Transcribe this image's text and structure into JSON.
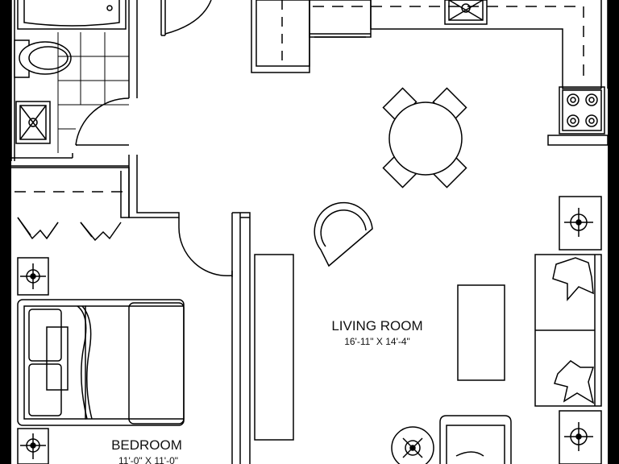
{
  "plan": {
    "rooms": [
      {
        "id": "living-room",
        "name": "LIVING ROOM",
        "dimensions": "16'-11\" X 14'-4\""
      },
      {
        "id": "bedroom",
        "name": "BEDROOM",
        "dimensions": "11'-0\" X 11'-0\""
      }
    ],
    "colors": {
      "line": "#000000",
      "background": "#ffffff"
    }
  }
}
